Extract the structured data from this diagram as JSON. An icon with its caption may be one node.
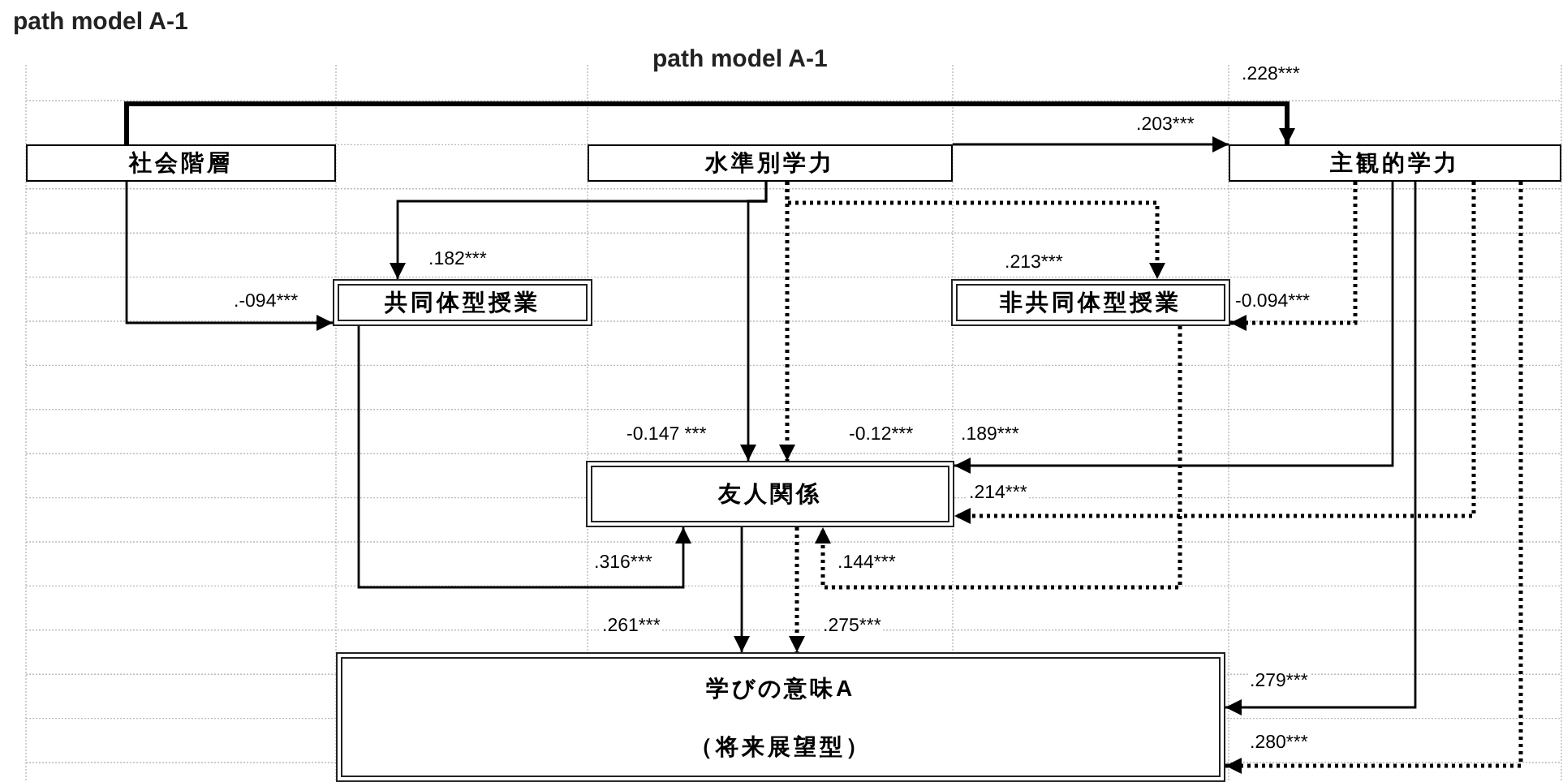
{
  "diagram": {
    "title": "path model A-1",
    "nodes": [
      {
        "text": [
          "社会階層"
        ]
      },
      {
        "text": [
          "水準別学力"
        ]
      },
      {
        "text": [
          "主観的学力"
        ]
      },
      {
        "text": [
          "共同体型授業"
        ]
      },
      {
        "text": [
          "非共同体型授業"
        ]
      },
      {
        "text": [
          "友人関係"
        ]
      },
      {
        "text": [
          "学びの意味A",
          "（将来展望型）"
        ]
      }
    ],
    "edges": [
      {
        "from": 0,
        "to": 2,
        "arrow": "to",
        "label": ".228***",
        "style": "thick"
      },
      {
        "from": 1,
        "to": 2,
        "arrow": "to",
        "label": ".203***"
      },
      {
        "from": 0,
        "to": 3,
        "arrow": "to",
        "label": ".-094***"
      },
      {
        "from": 1,
        "to": 3,
        "arrow": "to",
        "label": ".182***"
      },
      {
        "from": 1,
        "to": 5,
        "arrow": "to",
        "label": "-0.147 ***"
      },
      {
        "from": 1,
        "to": 4,
        "arrow": "to",
        "label": ".213***",
        "style": "dashed"
      },
      {
        "from": 1,
        "to": 5,
        "arrow": "to",
        "label": "-0.12***",
        "style": "dashed"
      },
      {
        "from": 2,
        "to": 4,
        "arrow": "to",
        "label": "-0.094***",
        "style": "dashed"
      },
      {
        "from": 2,
        "to": 5,
        "arrow": "to",
        "label": ".189***"
      },
      {
        "from": 2,
        "to": 5,
        "arrow": "to",
        "label": ".214***",
        "style": "dashed"
      },
      {
        "from": 2,
        "to": 6,
        "arrow": "to",
        "label": ".279***"
      },
      {
        "from": 2,
        "to": 6,
        "arrow": "to",
        "label": ".280***",
        "style": "dashed"
      },
      {
        "from": 3,
        "to": 5,
        "arrow": "to",
        "label": ".316***"
      },
      {
        "from": 4,
        "to": 5,
        "arrow": "to",
        "label": ".144***",
        "style": "dashed"
      },
      {
        "from": 5,
        "to": 6,
        "arrow": "to",
        "label": ".261***"
      },
      {
        "from": 5,
        "to": 6,
        "arrow": "to",
        "label": ".275***",
        "style": "dashed"
      }
    ],
    "labels": [
      "path model A-1"
    ]
  }
}
